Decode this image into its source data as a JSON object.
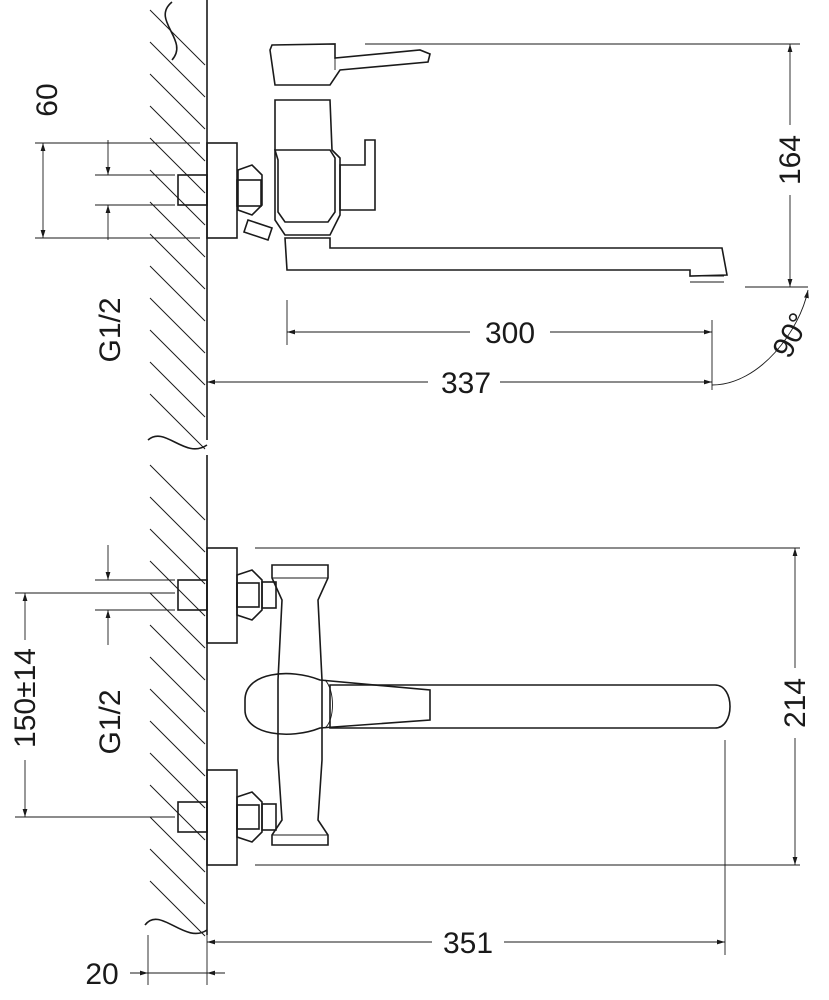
{
  "dimensions": {
    "top_wall_gap": "60",
    "top_thread": "G1/2",
    "top_height": "164",
    "top_spout": "300",
    "top_projection": "337",
    "top_angle": "90°",
    "bottom_centers": "150±14",
    "bottom_thread": "G1/2",
    "bottom_height": "214",
    "bottom_projection": "351",
    "wall_thickness": "20"
  },
  "colors": {
    "line": "#1a1a1a",
    "background": "#ffffff"
  }
}
